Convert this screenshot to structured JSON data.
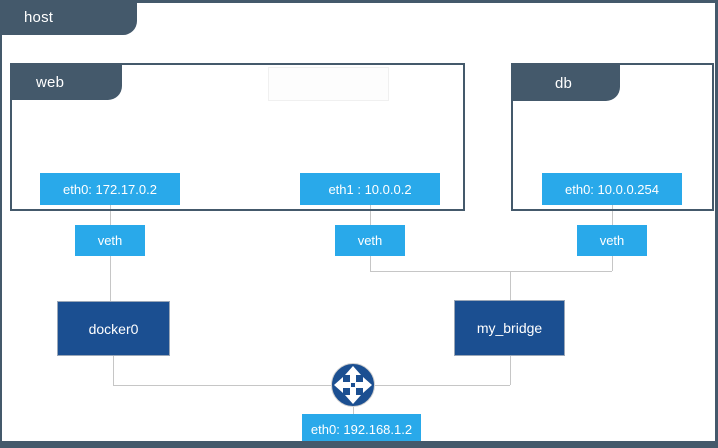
{
  "host": {
    "label": "host",
    "interface": "eth0: 192.168.1.2"
  },
  "containers": {
    "web": {
      "label": "web",
      "eth0": "eth0: 172.17.0.2",
      "eth1": "eth1 : 10.0.0.2"
    },
    "db": {
      "label": "db",
      "eth0": "eth0: 10.0.0.254"
    }
  },
  "veth": {
    "label": "veth"
  },
  "bridges": {
    "docker0": "docker0",
    "my_bridge": "my_bridge"
  },
  "icons": {
    "router": "router-icon"
  },
  "colors": {
    "slate": "#44596B",
    "blue": "#29A9EA",
    "navy": "#1B4F91",
    "line_gray": "#C6C6C6",
    "text": "#FFFFFF"
  }
}
